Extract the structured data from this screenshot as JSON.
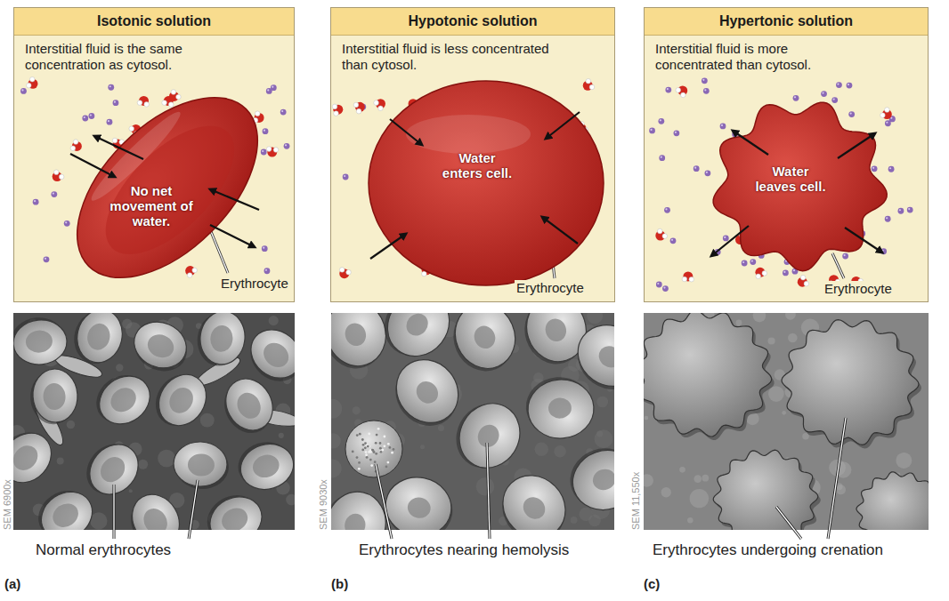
{
  "diagram": {
    "nodes": [
      {
        "text": [
          "Isotonic solution",
          "Interstitial fluid is the same concentration as cytosol."
        ]
      },
      {
        "text": [
          "No net movement of water."
        ],
        "in": 0
      },
      {
        "text": [
          "Hypotonic solution",
          "Interstitial fluid is less concentrated than cytosol."
        ]
      },
      {
        "text": [
          "Water enters cell."
        ],
        "in": 2
      },
      {
        "text": [
          "Hypertonic solution",
          "Interstitial fluid is more concentrated than cytosol."
        ]
      },
      {
        "text": [
          "Water leaves cell."
        ],
        "in": 4
      }
    ],
    "labels": [
      "Erythrocyte",
      "Erythrocyte",
      "Erythrocyte",
      "SEM 6900x",
      "Normal erythrocytes",
      "SEM 9030x",
      "Erythrocytes nearing hemolysis",
      "SEM 11,550x",
      "Erythrocytes undergoing crenation",
      "(a)",
      "(b)",
      "(c)"
    ]
  }
}
